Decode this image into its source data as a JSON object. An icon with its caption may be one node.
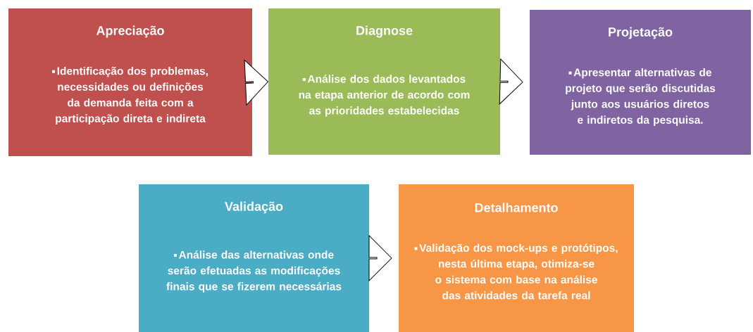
{
  "diagram": {
    "nodes": [
      {
        "text": [
          "Apreciação",
          "Identificação dos problemas, necessidades ou definições da demanda feita com a participação direta e indireta"
        ]
      },
      {
        "text": [
          "Diagnose",
          "Análise dos dados levantados na etapa anterior de acordo com as prioridades estabelecidas"
        ]
      },
      {
        "text": [
          "Projetação",
          "Apresentar alternativas de projeto que serão discutidas junto aos usuários diretos e indiretos da pesquisa."
        ]
      },
      {
        "text": [
          "Validação",
          "Análise das alternativas onde serão efetuadas as modificações finais que se fizerem necessárias"
        ]
      },
      {
        "text": [
          "Detalhamento",
          "Validação dos mock-ups e protótipos, nesta última etapa, otimiza-se o sistema com base na análise das atividades da tarefa real"
        ]
      }
    ],
    "edges": [
      {
        "from": 0,
        "to": 1,
        "arrow": "to"
      },
      {
        "from": 1,
        "to": 2,
        "arrow": "to"
      },
      {
        "from": 3,
        "to": 4,
        "arrow": "to"
      }
    ]
  }
}
